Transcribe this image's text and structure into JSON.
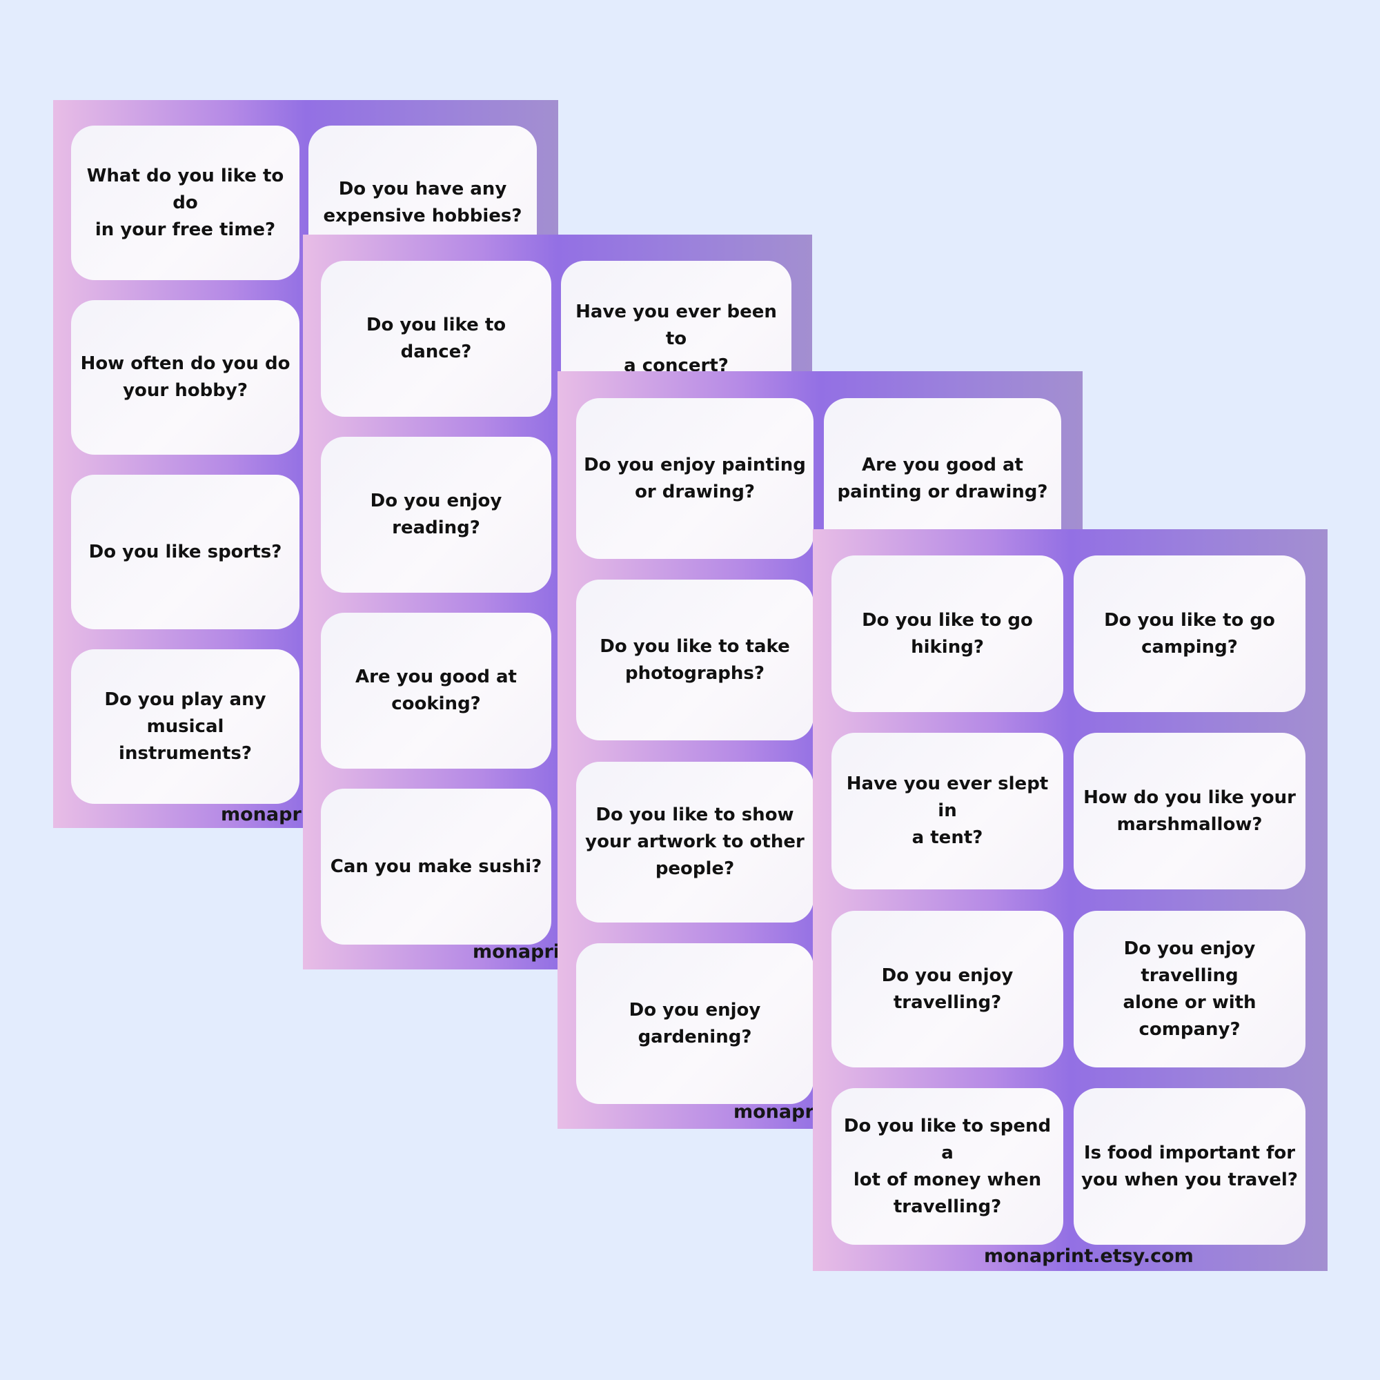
{
  "sheets": [
    {
      "footer": "monaprint.etsy.com",
      "cards": [
        "What do you like to do\nin your free time?",
        "Do you have any\nexpensive  hobbies?",
        "How often do you do\nyour hobby?",
        "",
        "Do you like sports?",
        "",
        "Do you play any\nmusical instruments?",
        ""
      ]
    },
    {
      "footer": "monaprint.etsy.com",
      "cards": [
        "Do you like to dance?",
        "Have you ever been to\na concert?",
        "Do you enjoy reading?",
        "",
        "Are you good at\ncooking?",
        "",
        "Can you make sushi?",
        ""
      ]
    },
    {
      "footer": "monaprint.etsy.com",
      "cards": [
        "Do you enjoy painting\nor drawing?",
        "Are you good at\npainting or drawing?",
        "Do you like to take\nphotographs?",
        "",
        "Do you like to show\nyour artwork to other\npeople?",
        "",
        "Do you enjoy\ngardening?",
        ""
      ]
    },
    {
      "footer": "monaprint.etsy.com",
      "cards": [
        "Do you like to go\nhiking?",
        "Do you like to go\ncamping?",
        "Have you ever slept in\na tent?",
        "How do you like your\nmarshmallow?",
        "Do you enjoy\ntravelling?",
        "Do you enjoy travelling\nalone or with\ncompany?",
        "Do you like to spend a\nlot of money when\ntravelling?",
        "Is food important for\nyou when you travel?"
      ]
    }
  ],
  "colors": {
    "background": "#e3ecfd",
    "gradient_pink": "#e8bde6",
    "gradient_purple": "#9370e4",
    "gradient_lavender": "#a38fd0",
    "card": "#f8f7fb",
    "text": "#111111"
  }
}
